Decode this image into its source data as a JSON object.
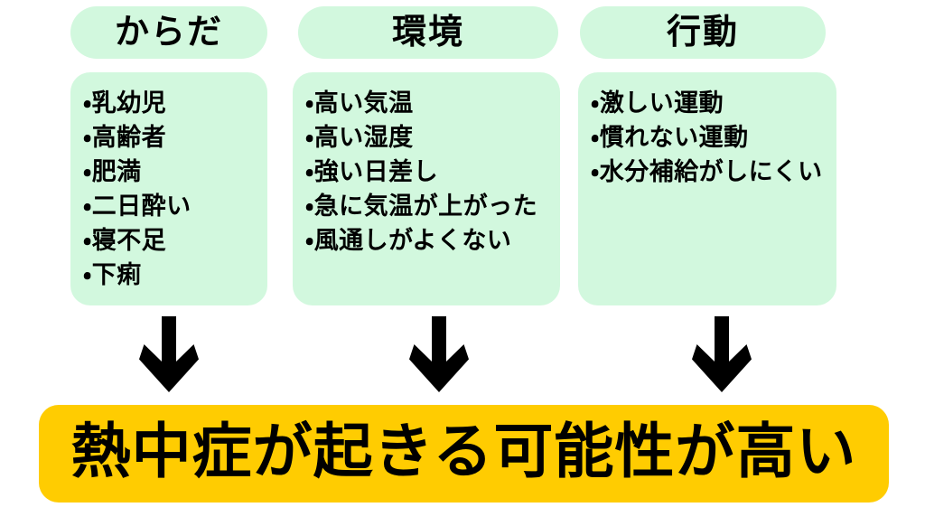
{
  "diagram": {
    "title": "熱中症が起きる可能性が高い",
    "bullet_marker": "・",
    "colors": {
      "panel_green": "#d2f8de",
      "banner_yellow": "#ffcc01",
      "text_black": "#000000",
      "background": "#ffffff"
    },
    "columns": [
      {
        "header": "からだ",
        "items": [
          "乳幼児",
          "高齢者",
          "肥満",
          "二日酔い",
          "寝不足",
          "下痢"
        ]
      },
      {
        "header": "環境",
        "items": [
          "高い気温",
          "高い湿度",
          "強い日差し",
          "急に気温が上がった",
          "風通しがよくない"
        ]
      },
      {
        "header": "行動",
        "items": [
          "激しい運動",
          "慣れない運動",
          "水分補給がしにくい"
        ]
      }
    ],
    "arrows": [
      {
        "name": "down-arrow-1"
      },
      {
        "name": "down-arrow-2"
      },
      {
        "name": "down-arrow-3"
      }
    ],
    "conclusion": "熱中症が起きる可能性が高い"
  }
}
